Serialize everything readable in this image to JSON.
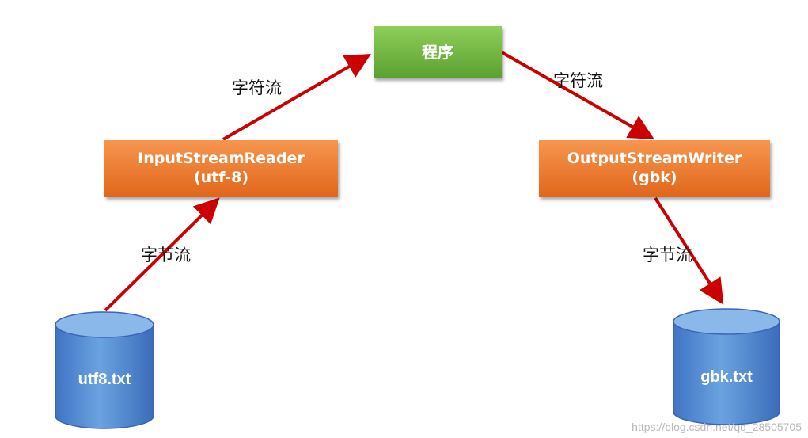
{
  "nodes": {
    "program": {
      "label": "程序"
    },
    "reader": {
      "line1": "InputStreamReader",
      "line2": "(utf-8)"
    },
    "writer": {
      "line1": "OutputStreamWriter",
      "line2": "(gbk)"
    },
    "source_file": {
      "label": "utf8.txt"
    },
    "target_file": {
      "label": "gbk.txt"
    }
  },
  "edges": {
    "file_to_reader": {
      "label": "字节流"
    },
    "reader_to_program": {
      "label": "字符流"
    },
    "program_to_writer": {
      "label": "字符流"
    },
    "writer_to_file": {
      "label": "字节流"
    }
  },
  "colors": {
    "arrow": "#cc0000",
    "program_box": "#6aad3c",
    "stream_box": "#ec7627",
    "cylinder": "#4a86cf"
  },
  "watermark": "https://blog.csdn.net/qq_28505705"
}
